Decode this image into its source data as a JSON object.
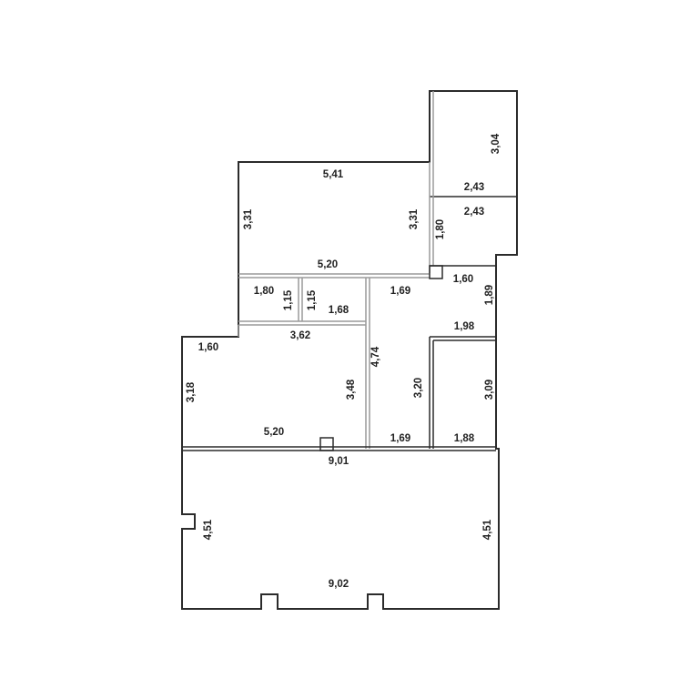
{
  "plan": {
    "dimensions": {
      "balcony_height": "3,04",
      "balcony_width": "2,43",
      "bath2_width": "2,43",
      "bath2_height": "1,80",
      "room1_top": "5,41",
      "room1_left": "3,31",
      "room1_right": "3,31",
      "room1_bottom": "5,20",
      "wc_width": "1,80",
      "wc_height": "1,15",
      "closet_height": "1,15",
      "closet_width": "1,68",
      "hall_top": "1,69",
      "hall_height": "4,74",
      "hall_bottom": "1,69",
      "nook_width": "1,60",
      "nook_height": "1,89",
      "bath_top": "1,98",
      "bath_left": "3,20",
      "bath_right": "3,09",
      "bath_bottom": "1,88",
      "room2_top": "3,62",
      "room2_corner": "1,60",
      "room2_left": "3,18",
      "room2_right": "3,48",
      "room2_bottom": "5,20",
      "living_top": "9,01",
      "living_left": "4,51",
      "living_right": "4,51",
      "living_bottom": "9,02"
    }
  }
}
